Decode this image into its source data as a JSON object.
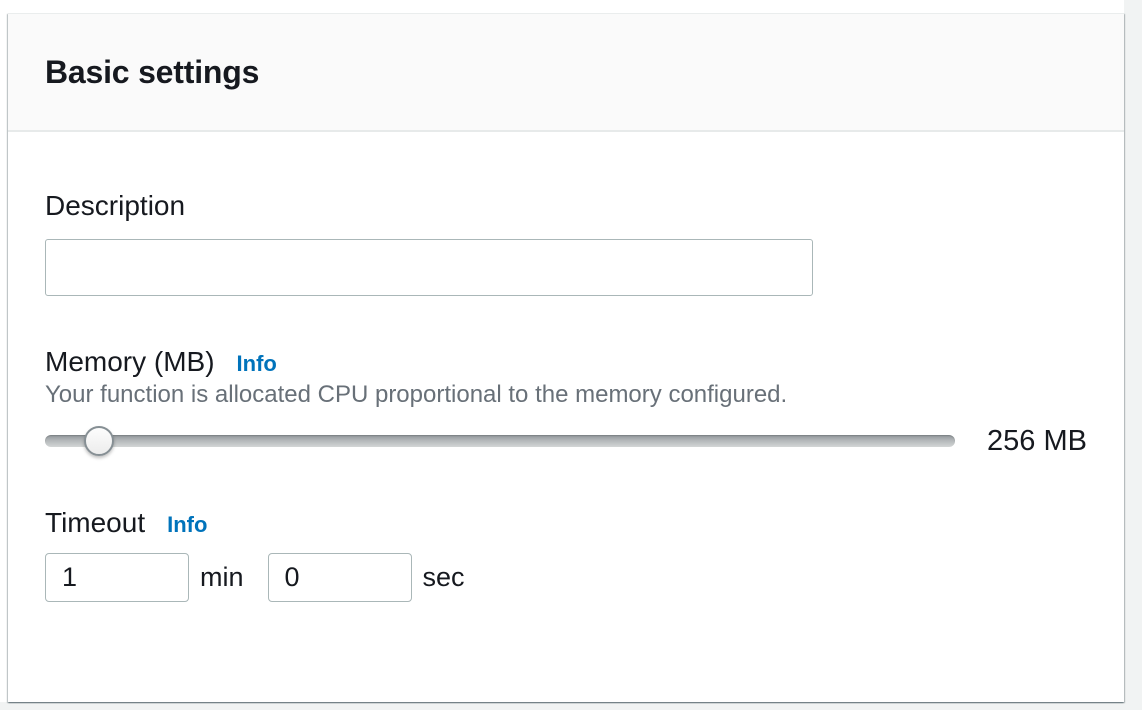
{
  "panel": {
    "title": "Basic settings"
  },
  "description": {
    "label": "Description",
    "value": ""
  },
  "memory": {
    "label": "Memory (MB)",
    "info": "Info",
    "help": "Your function is allocated CPU proportional to the memory configured.",
    "value": "256 MB",
    "slider_percent": 6
  },
  "timeout": {
    "label": "Timeout",
    "info": "Info",
    "minutes": "1",
    "minutes_unit": "min",
    "seconds": "0",
    "seconds_unit": "sec"
  },
  "colors": {
    "text": "#16191f",
    "secondary_text": "#687078",
    "link_blue": "#0073bb",
    "input_border": "#aab7b8",
    "header_bg": "#fafafa",
    "divider": "#eaeded",
    "console_bg": "#f1f3f3"
  }
}
